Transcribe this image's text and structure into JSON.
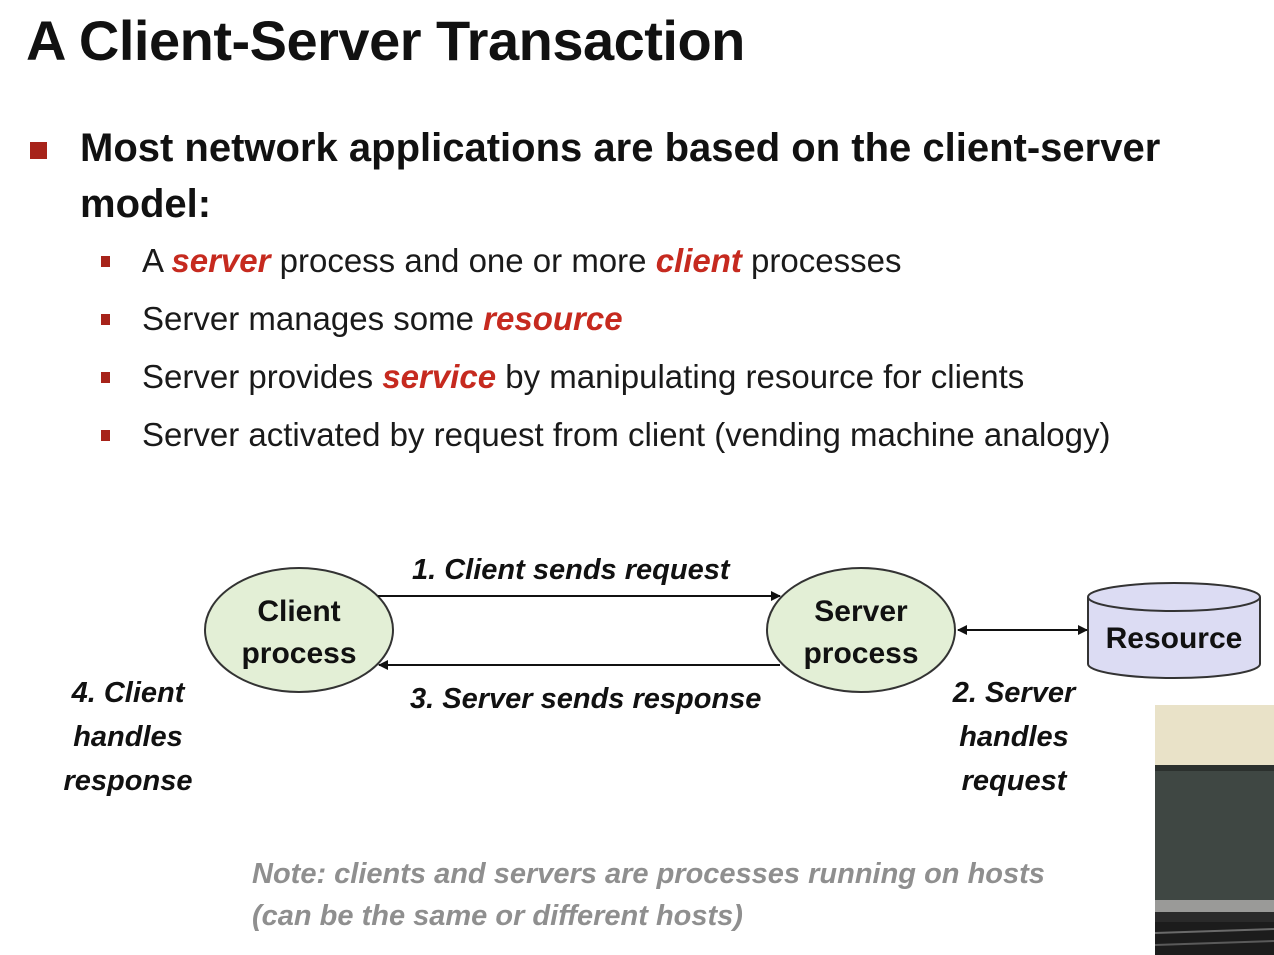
{
  "slide": {
    "title": "A Client-Server Transaction",
    "main_bullet": "Most network applications are based on the client-server model:",
    "sub_bullets": [
      {
        "before": "A ",
        "kw1": "server",
        "middle": " process and one or more ",
        "kw2": "client",
        "after": " processes"
      },
      {
        "before": "Server manages some ",
        "kw1": "resource"
      },
      {
        "before": "Server provides ",
        "kw1": "service",
        "after": " by manipulating resource for clients"
      },
      {
        "before": "Server activated by request from client (vending machine analogy)"
      }
    ]
  },
  "diagram": {
    "nodes": {
      "client": {
        "line1": "Client",
        "line2": "process"
      },
      "server": {
        "line1": "Server",
        "line2": "process"
      },
      "resource": {
        "label": "Resource"
      }
    },
    "edges": {
      "request": "1. Client sends request",
      "response": "3. Server sends response"
    },
    "steps": {
      "server_handles": {
        "line1": "2. Server",
        "line2": "handles",
        "line3": "request"
      },
      "client_handles": {
        "line1": "4. Client",
        "line2": "handles",
        "line3": "response"
      }
    },
    "colors": {
      "process_fill": "#e3efd6",
      "resource_fill": "#dcdcf3",
      "accent": "#a7231a",
      "keyword": "#c62a1f"
    }
  },
  "note": {
    "line1": "Note: clients and servers are processes running on hosts",
    "line2": "(can be the same or different hosts)"
  }
}
